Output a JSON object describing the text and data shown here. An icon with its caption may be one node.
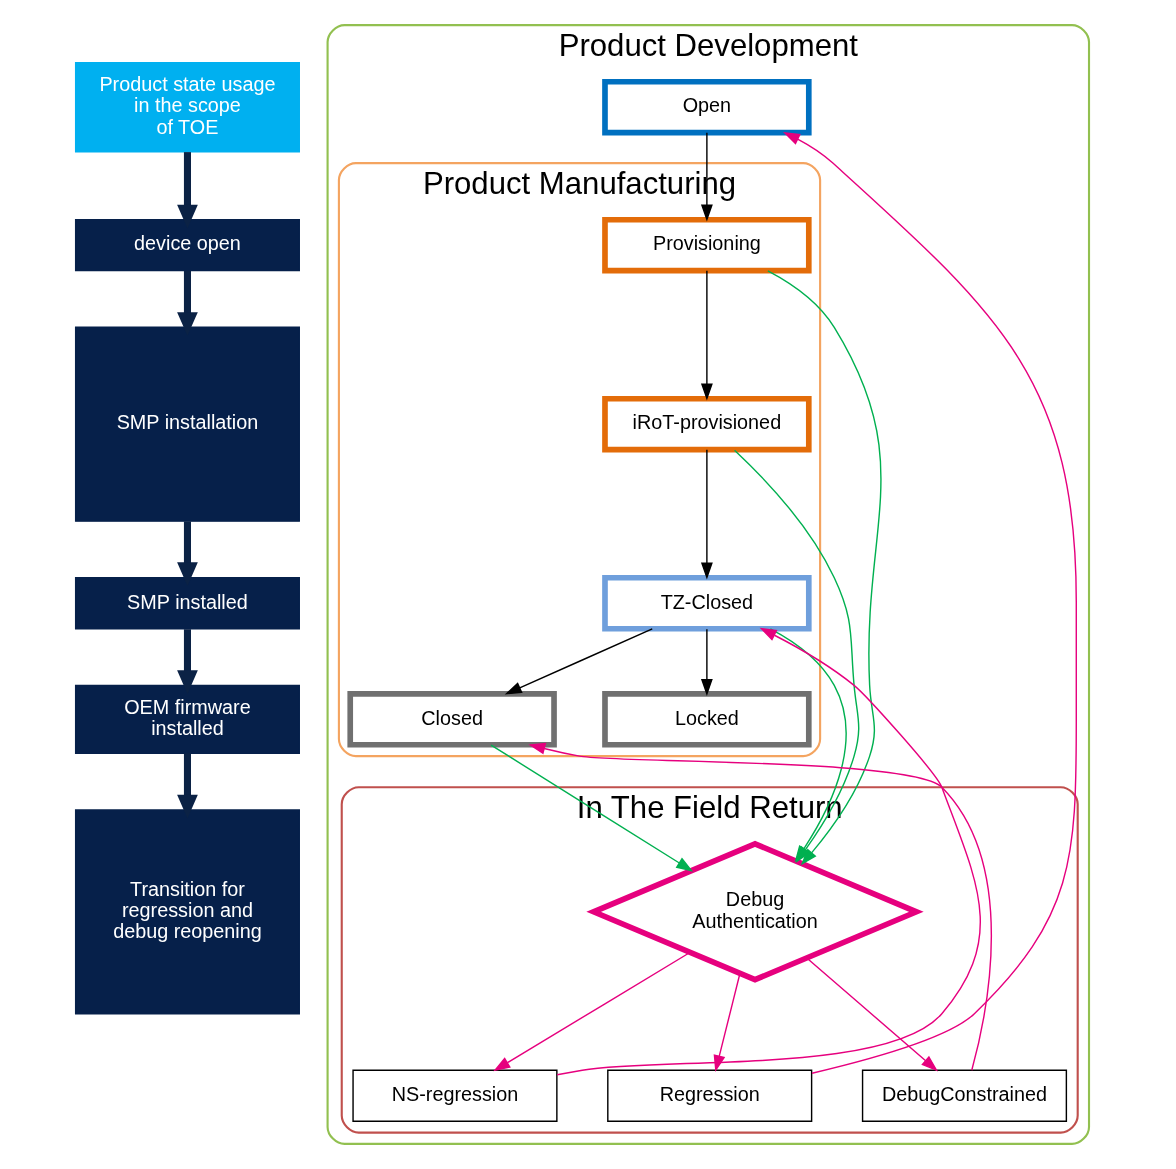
{
  "diagram": {
    "nodes": [
      {
        "text": [
          "Product state usage in the scope of TOE"
        ]
      },
      {
        "text": [
          "device open"
        ]
      },
      {
        "text": [
          "SMP installation"
        ]
      },
      {
        "text": [
          "SMP installed"
        ]
      },
      {
        "text": [
          "OEM firmware installed"
        ]
      },
      {
        "text": [
          "Transition for regression and debug reopening"
        ]
      },
      {
        "text": [
          "Product Development"
        ]
      },
      {
        "text": [
          "Open"
        ],
        "in": 6
      },
      {
        "text": [
          "Product Manufacturing"
        ],
        "in": 6
      },
      {
        "text": [
          "Provisioning"
        ],
        "in": 8
      },
      {
        "text": [
          "iRoT-provisioned"
        ],
        "in": 8
      },
      {
        "text": [
          "TZ-Closed"
        ],
        "in": 8
      },
      {
        "text": [
          "Closed"
        ],
        "in": 8
      },
      {
        "text": [
          "Locked"
        ],
        "in": 8
      },
      {
        "text": [
          "In The Field Return"
        ],
        "in": 6
      },
      {
        "text": [
          "Debug Authentication"
        ],
        "in": 14
      },
      {
        "text": [
          "NS-regression"
        ],
        "in": 14
      },
      {
        "text": [
          "Regression"
        ],
        "in": 14
      },
      {
        "text": [
          "DebugConstrained"
        ],
        "in": 14
      }
    ],
    "edges": [
      {
        "from": 0,
        "to": 1,
        "arrow": "to",
        "style": "thick",
        "color": "#0b2245"
      },
      {
        "from": 1,
        "to": 2,
        "arrow": "to",
        "style": "thick",
        "color": "#0b2245"
      },
      {
        "from": 2,
        "to": 3,
        "arrow": "to",
        "style": "thick",
        "color": "#0b2245"
      },
      {
        "from": 3,
        "to": 4,
        "arrow": "to",
        "style": "thick",
        "color": "#0b2245"
      },
      {
        "from": 4,
        "to": 5,
        "arrow": "to",
        "style": "thick",
        "color": "#0b2245"
      },
      {
        "from": 7,
        "to": 9,
        "arrow": "to",
        "color": "#000000"
      },
      {
        "from": 9,
        "to": 10,
        "arrow": "to",
        "color": "#000000"
      },
      {
        "from": 10,
        "to": 11,
        "arrow": "to",
        "color": "#000000"
      },
      {
        "from": 11,
        "to": 12,
        "arrow": "to",
        "color": "#000000"
      },
      {
        "from": 11,
        "to": 13,
        "arrow": "to",
        "color": "#000000"
      },
      {
        "from": 9,
        "to": 15,
        "arrow": "to",
        "color": "#00b050"
      },
      {
        "from": 10,
        "to": 15,
        "arrow": "to",
        "color": "#00b050"
      },
      {
        "from": 11,
        "to": 15,
        "arrow": "to",
        "color": "#00b050"
      },
      {
        "from": 12,
        "to": 15,
        "arrow": "to",
        "color": "#00b050"
      },
      {
        "from": 15,
        "to": 16,
        "arrow": "to",
        "color": "#e6007e"
      },
      {
        "from": 15,
        "to": 17,
        "arrow": "to",
        "color": "#e6007e"
      },
      {
        "from": 15,
        "to": 18,
        "arrow": "to",
        "color": "#e6007e"
      },
      {
        "from": 16,
        "to": 11,
        "arrow": "to",
        "color": "#e6007e"
      },
      {
        "from": 17,
        "to": 7,
        "arrow": "to",
        "color": "#e6007e"
      },
      {
        "from": 18,
        "to": 12,
        "arrow": "to",
        "color": "#e6007e"
      }
    ]
  }
}
